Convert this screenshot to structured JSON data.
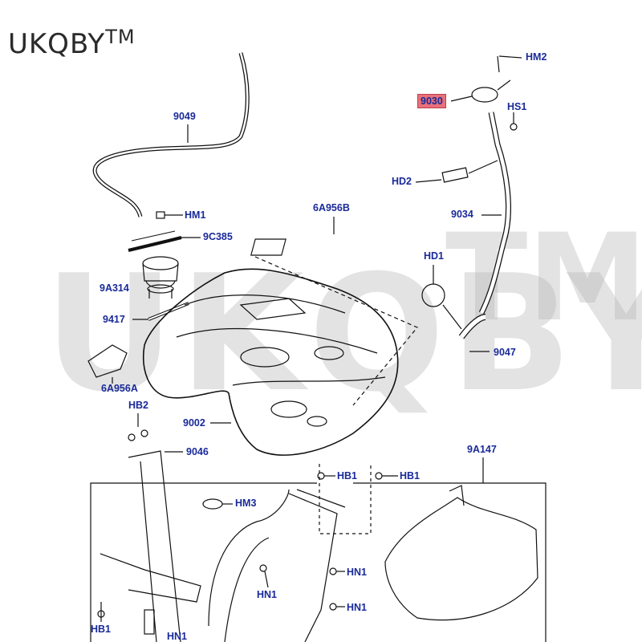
{
  "brand": {
    "name": "UKQBY",
    "tm": "TM"
  },
  "watermark": {
    "left": "UKQBY",
    "right": "TM"
  },
  "highlight_color": "#e8707a",
  "label_color": "#1a2a9a",
  "parts": {
    "hm2": "HM2",
    "p9030": "9030",
    "hs1": "HS1",
    "p9049": "9049",
    "hd2": "HD2",
    "p9034": "9034",
    "p6a956b": "6A956B",
    "hm1": "HM1",
    "p9c385": "9C385",
    "hd1": "HD1",
    "p9a314": "9A314",
    "p9417": "9417",
    "p9047": "9047",
    "p6a956a": "6A956A",
    "hb2": "HB2",
    "p9002": "9002",
    "p9046": "9046",
    "p9a147": "9A147",
    "hb1_a": "HB1",
    "hb1_b": "HB1",
    "hm3": "HM3",
    "hn1_a": "HN1",
    "hn1_b": "HN1",
    "hn1_c": "HN1",
    "hb1_c": "HB1",
    "hn1_d": "HN1"
  }
}
